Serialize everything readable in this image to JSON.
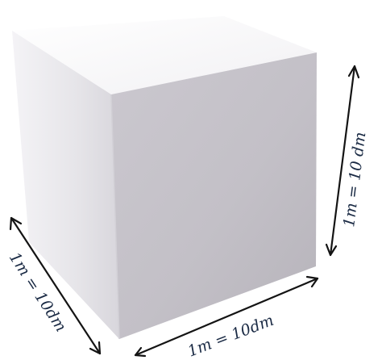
{
  "labels": {
    "right_edge": "1m = 10 dm",
    "bottom_edge": "1m = 10dm",
    "left_edge": "1m = 10dm"
  }
}
